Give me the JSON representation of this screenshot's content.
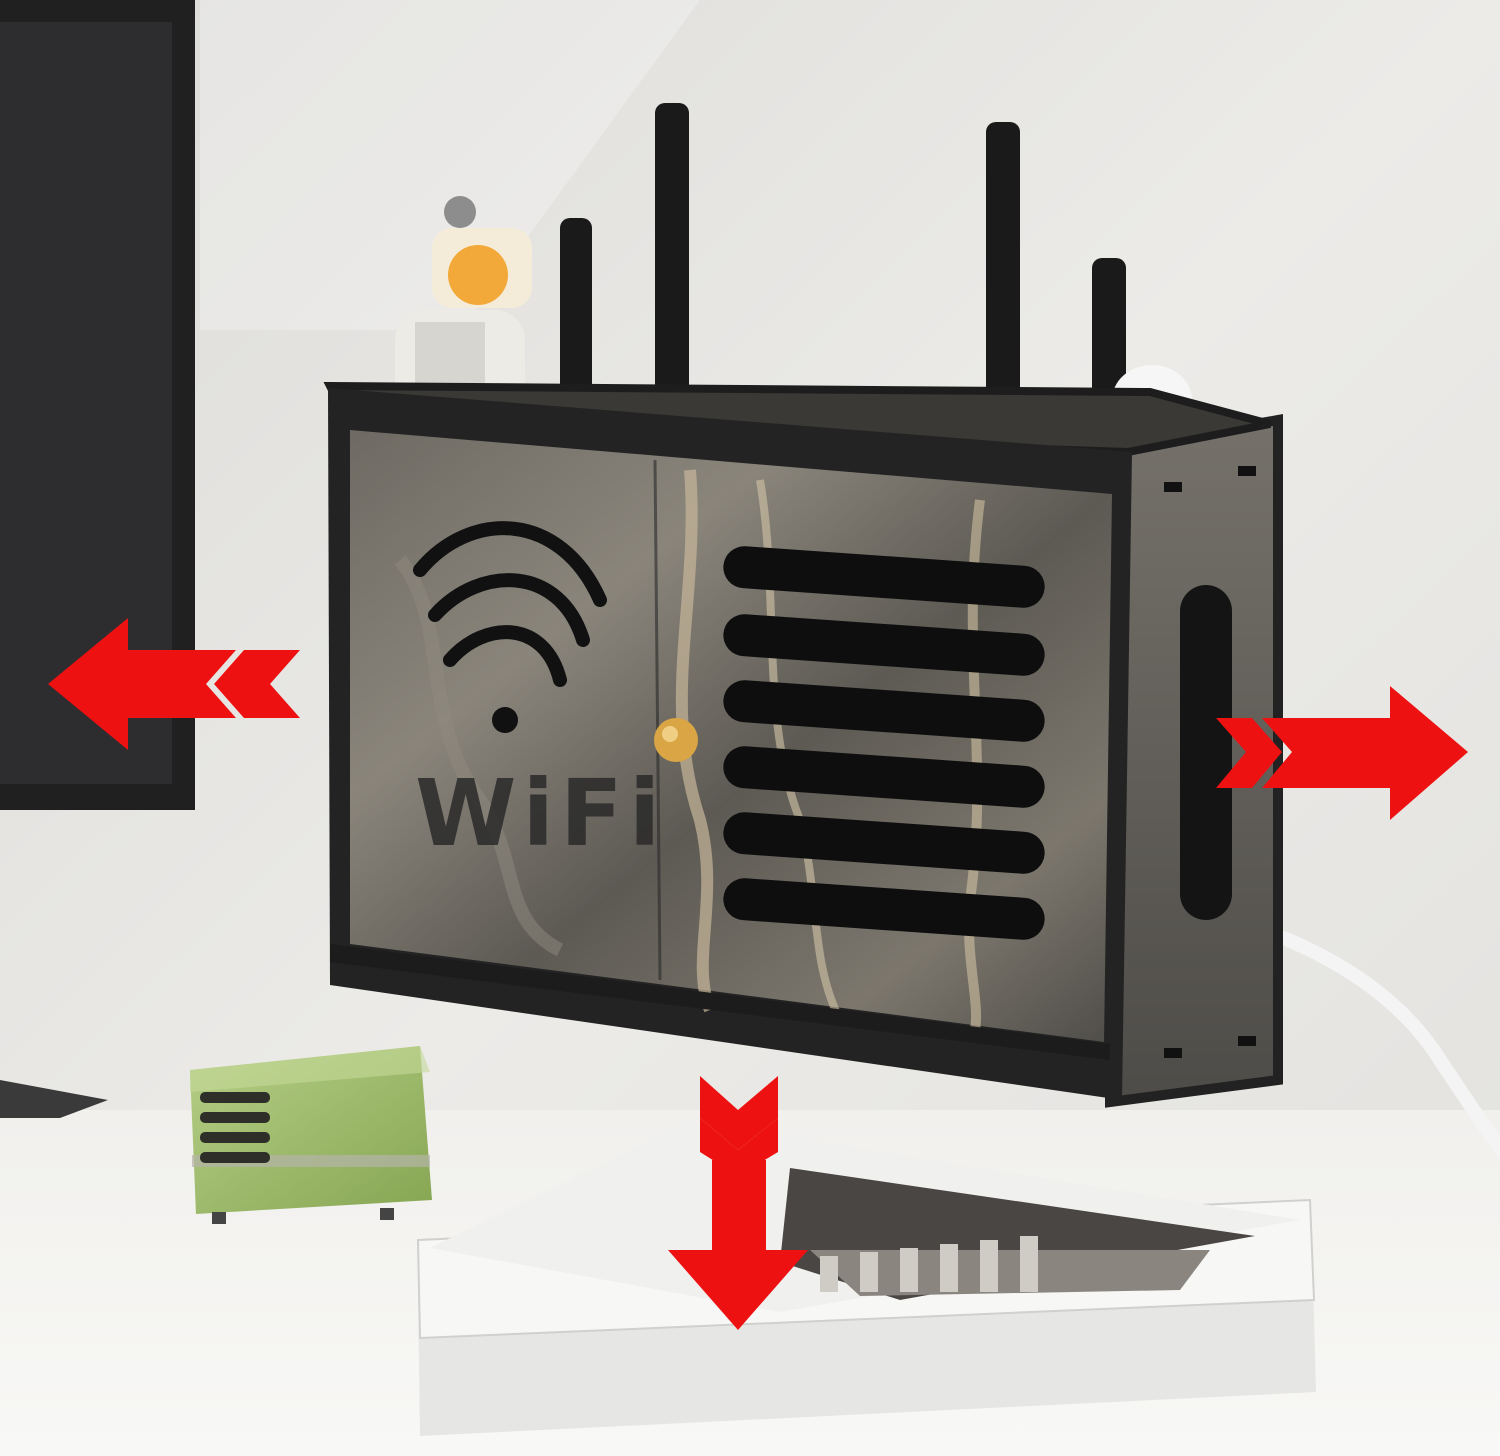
{
  "scene": {
    "description_tags": [
      "router-storage-box",
      "wall-mounted",
      "marble-pattern"
    ],
    "box_label": "WiFi",
    "colors": {
      "wall": "#e9e8e5",
      "desk": "#f3f2ef",
      "marble_dark": "#5c5a55",
      "marble_light": "#9b968c",
      "frame": "#2b2b2b",
      "arrow_red": "#ee1111",
      "radio_green": "#9dbd6a",
      "knob_gold": "#d9a545"
    },
    "arrows": [
      {
        "direction": "left",
        "icon": "arrow-left-icon"
      },
      {
        "direction": "right",
        "icon": "arrow-right-icon"
      },
      {
        "direction": "down",
        "icon": "arrow-down-icon"
      }
    ]
  }
}
